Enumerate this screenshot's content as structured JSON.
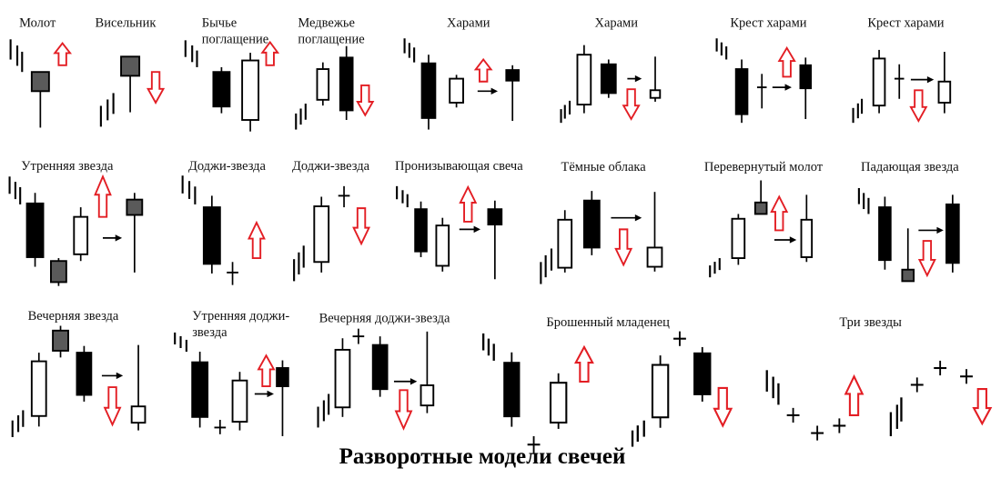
{
  "title": "Разворотные модели свечей",
  "colors": {
    "signal_arrow": "#e31e24",
    "bear_candle": "#000000",
    "bull_candle": "#ffffff",
    "star_candle": "#5a5a5a"
  },
  "patterns": [
    {
      "label": [
        "Молот"
      ]
    },
    {
      "label": [
        "Висельник"
      ]
    },
    {
      "label": [
        "Бычье",
        "поглащение"
      ]
    },
    {
      "label": [
        "Медвежье",
        "поглащение"
      ]
    },
    {
      "label": [
        "Харами"
      ]
    },
    {
      "label": [
        "Харами"
      ]
    },
    {
      "label": [
        "Крест харами"
      ]
    },
    {
      "label": [
        "Крест харами"
      ]
    },
    {
      "label": [
        "Утренняя звезда"
      ]
    },
    {
      "label": [
        "Доджи-звезда"
      ]
    },
    {
      "label": [
        "Доджи-звезда"
      ]
    },
    {
      "label": [
        "Пронизывающая свеча"
      ]
    },
    {
      "label": [
        "Тёмные облака"
      ]
    },
    {
      "label": [
        "Перевернутый молот"
      ]
    },
    {
      "label": [
        "Падающая звезда"
      ]
    },
    {
      "label": [
        "Вечерняя звезда"
      ]
    },
    {
      "label": [
        "Утренняя доджи-",
        "звезда"
      ]
    },
    {
      "label": [
        "Вечерняя доджи-звезда"
      ]
    },
    {
      "label": [
        "Брошенный младенец"
      ]
    },
    {
      "label": [
        "Три звезды"
      ]
    }
  ]
}
